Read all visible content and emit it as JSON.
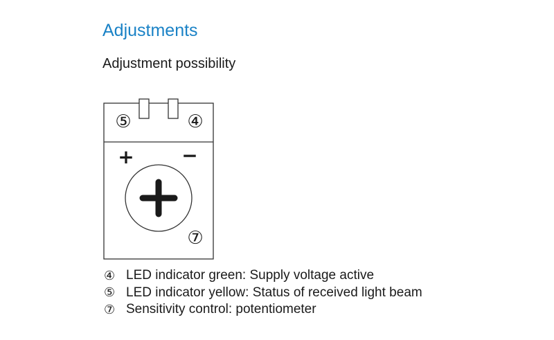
{
  "heading": "Adjustments",
  "subheading": "Adjustment possibility",
  "diagram": {
    "marker_left": "⑤",
    "marker_right": "④",
    "plus_sign": "+",
    "minus_sign": "−",
    "marker_bottom": "⑦"
  },
  "legend": [
    {
      "num": "④",
      "text": "LED indicator green: Supply voltage active"
    },
    {
      "num": "⑤",
      "text": "LED indicator yellow: Status of received light beam"
    },
    {
      "num": "⑦",
      "text": "Sensitivity control: potentiometer"
    }
  ],
  "colors": {
    "heading": "#1a82c6",
    "text": "#1a1a1a"
  },
  "icons": [
    "potentiometer-cross-icon"
  ]
}
